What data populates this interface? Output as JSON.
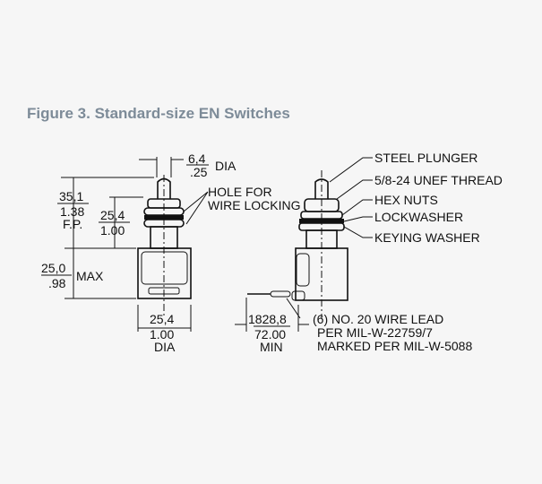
{
  "figure": {
    "title": "Figure 3. Standard-size EN Switches"
  },
  "front_view": {
    "plunger_dia": {
      "metric": "6,4",
      "inch": ".25",
      "unit": "DIA"
    },
    "height_fp": {
      "metric": "35,1",
      "inch": "1.38",
      "note": "F.P."
    },
    "thread_length": {
      "metric": "25,4",
      "inch": "1.00"
    },
    "body_height": {
      "metric": "25,0",
      "inch": ".98",
      "note": "MAX"
    },
    "body_dia": {
      "metric": "25,4",
      "inch": "1.00",
      "unit": "DIA"
    },
    "hole_label_1": "HOLE FOR",
    "hole_label_2": "WIRE LOCKING"
  },
  "side_view": {
    "labels": [
      "STEEL PLUNGER",
      "5/8-24 UNEF THREAD",
      "HEX NUTS",
      "LOCKWASHER",
      "KEYING WASHER"
    ],
    "lead_length": {
      "metric": "1828,8",
      "inch": "72.00",
      "note": "MIN"
    },
    "wire_note": [
      "(6) NO. 20 WIRE LEAD",
      "PER MIL-W-22759/7",
      "MARKED PER MIL-W-5088"
    ]
  }
}
